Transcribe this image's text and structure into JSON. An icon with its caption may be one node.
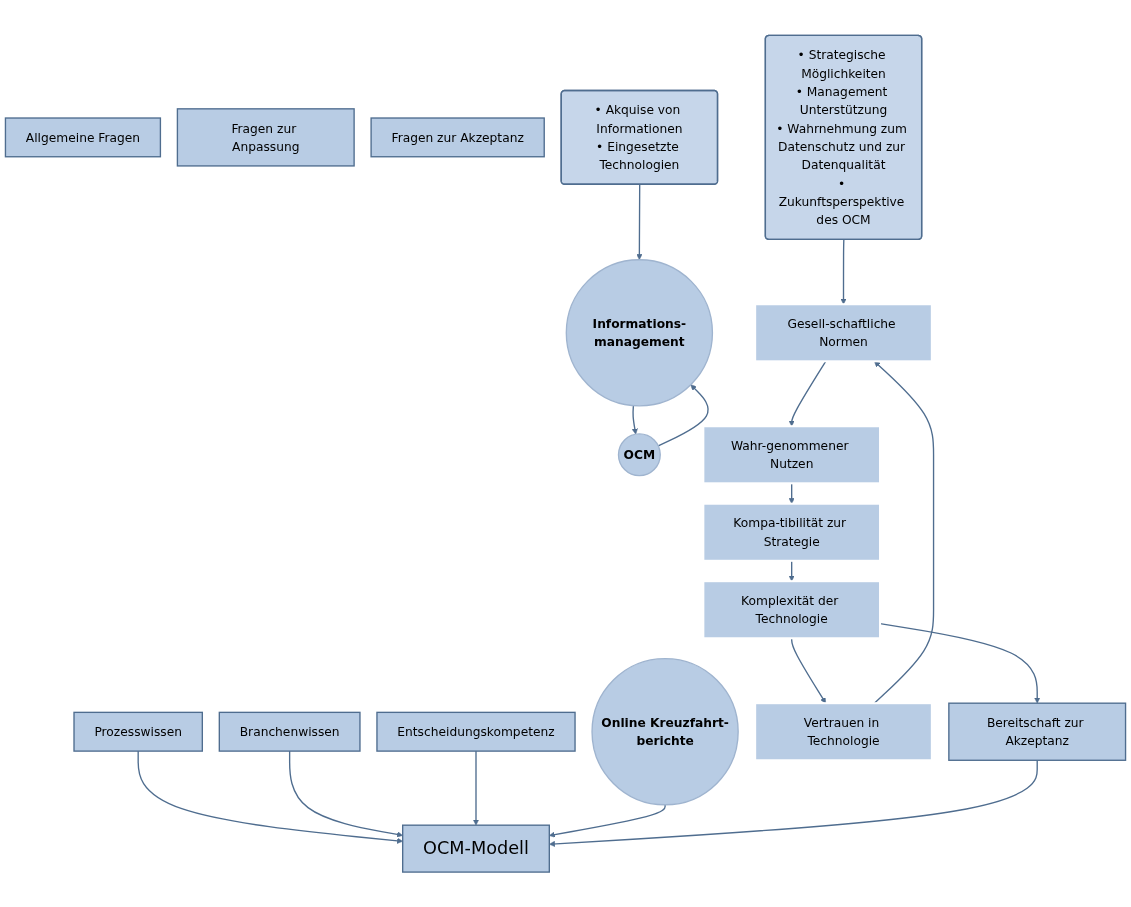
{
  "diagram": {
    "nodes": [
      {
        "text": [
          "Allgemeine Fragen"
        ]
      },
      {
        "text": [
          "Fragen zur Anpassung"
        ]
      },
      {
        "text": [
          "Fragen zur Akzeptanz"
        ]
      },
      {
        "text": [
          "Prozesswissen"
        ]
      },
      {
        "text": [
          "Branchenwissen"
        ]
      },
      {
        "text": [
          "Entscheidungskompetenz"
        ]
      },
      {
        "text": [
          "• Akquise von Informationen",
          "• Eingesetzte Technologien"
        ]
      },
      {
        "text": [
          "• Strategische Möglichkeiten",
          "• Management Unterstützung",
          "• Wahrnehmung zum Datenschutz und zur Datenqualität",
          "• Zukunftsperspektive des OCM"
        ]
      },
      {
        "text": [
          "Informations-management"
        ]
      },
      {
        "text": [
          "OCM"
        ]
      },
      {
        "text": [
          "Online Kreuzfahrt-berichte"
        ]
      },
      {
        "text": [
          "Gesell-schaftliche Normen"
        ]
      },
      {
        "text": [
          "Wahr-genommener Nutzen"
        ]
      },
      {
        "text": [
          "Kompa-tibilität zur Strategie"
        ]
      },
      {
        "text": [
          "Komplexität der Technologie"
        ]
      },
      {
        "text": [
          "Vertrauen in Technologie"
        ]
      },
      {
        "text": [
          "OCM-Modell"
        ]
      },
      {
        "text": [
          "Bereitschaft zur Akzeptanz"
        ]
      }
    ],
    "edges": [
      {
        "from": 3,
        "to": 16,
        "arrow": "to"
      },
      {
        "from": 4,
        "to": 16,
        "arrow": "to"
      },
      {
        "from": 5,
        "to": 16,
        "arrow": "to"
      },
      {
        "from": 6,
        "to": 8,
        "arrow": "to"
      },
      {
        "from": 9,
        "to": 8,
        "arrow": "to"
      },
      {
        "from": 8,
        "to": 9,
        "arrow": "to"
      },
      {
        "from": 10,
        "to": 16,
        "arrow": "to"
      },
      {
        "from": 7,
        "to": 11,
        "arrow": "to"
      },
      {
        "from": 11,
        "to": 12,
        "arrow": "to"
      },
      {
        "from": 12,
        "to": 13,
        "arrow": "to"
      },
      {
        "from": 13,
        "to": 14,
        "arrow": "to"
      },
      {
        "from": 14,
        "to": 15,
        "arrow": "to"
      },
      {
        "from": 15,
        "to": 11,
        "arrow": "to"
      },
      {
        "from": 14,
        "to": 17,
        "arrow": "to"
      },
      {
        "from": 17,
        "to": 16,
        "arrow": "to"
      }
    ]
  }
}
